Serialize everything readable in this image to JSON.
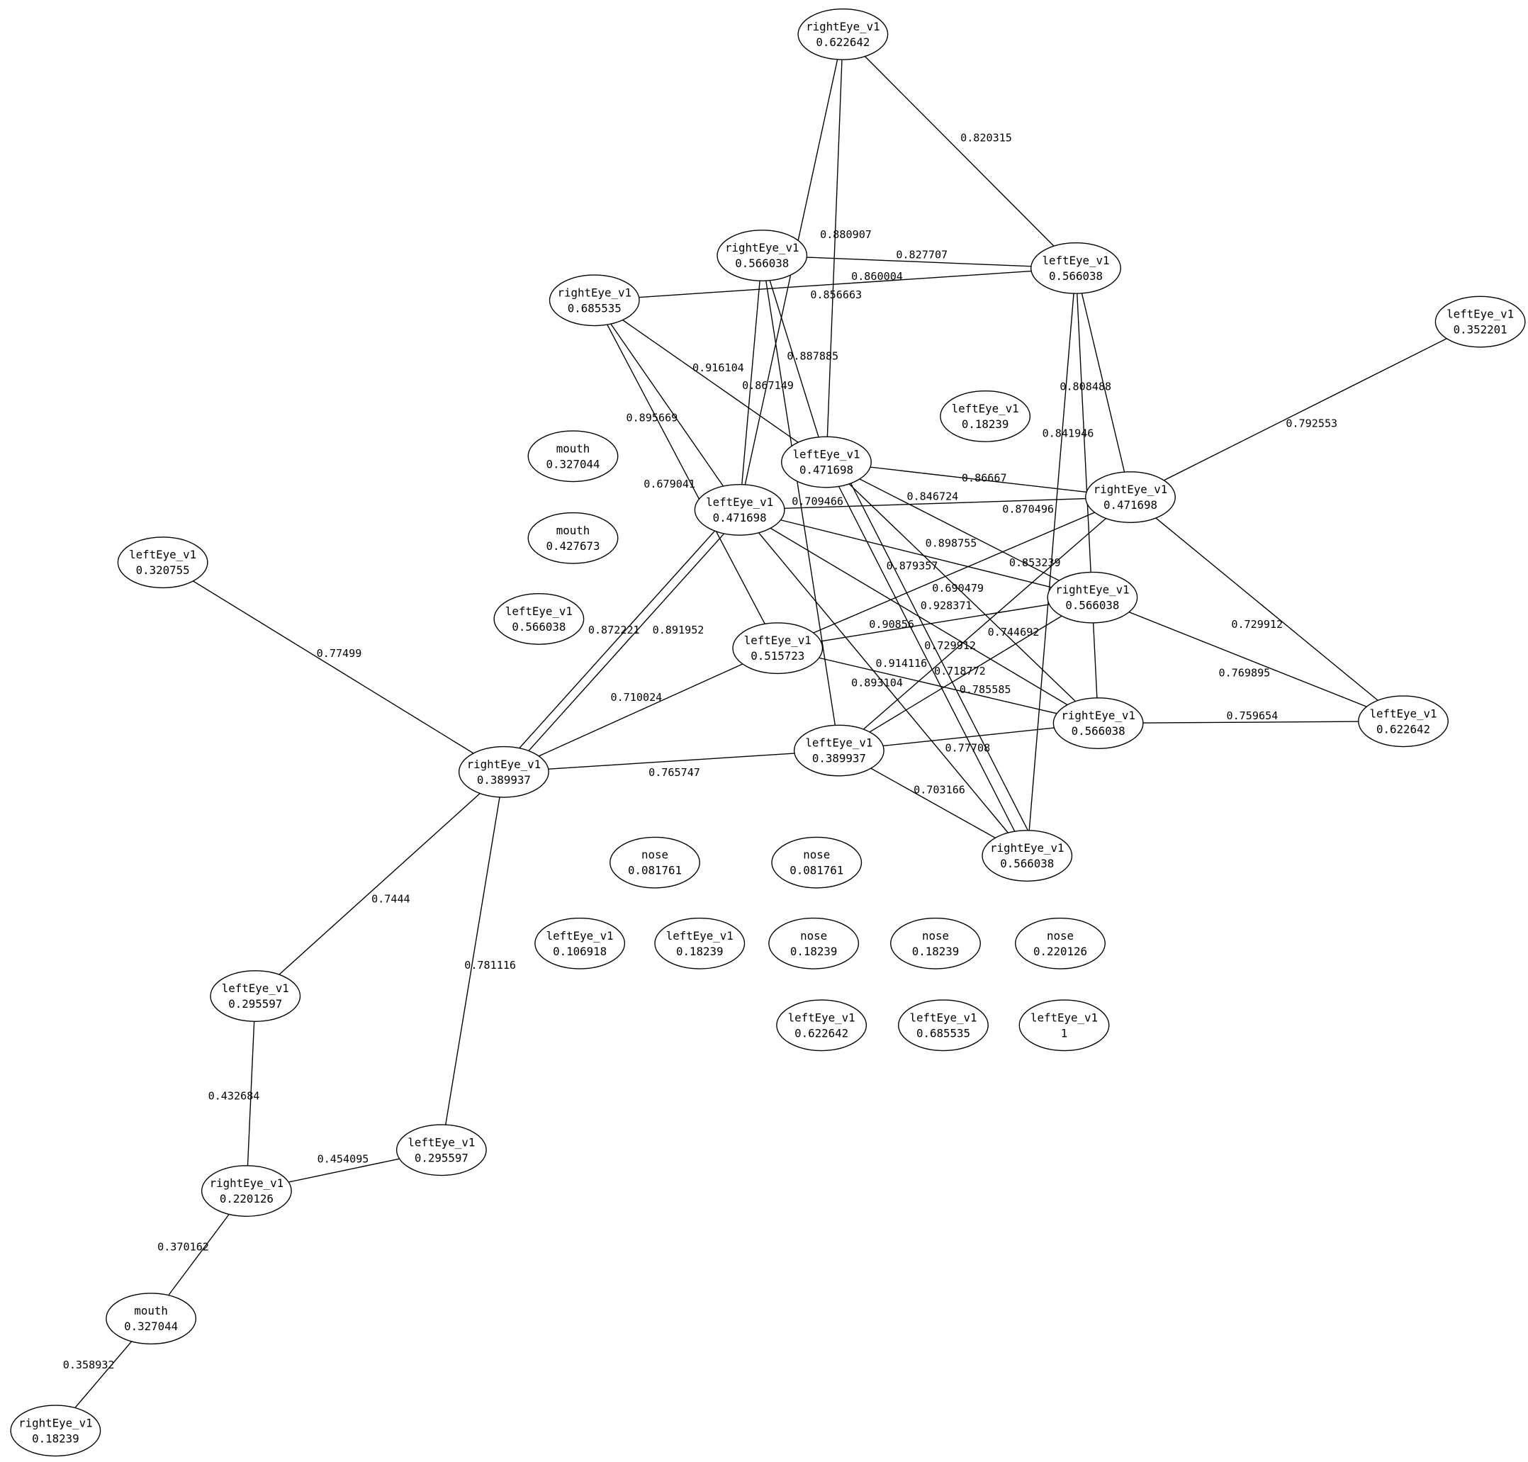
{
  "graph": {
    "nodes": [
      {
        "label": "rightEye_v1",
        "value": "0.622642"
      },
      {
        "label": "rightEye_v1",
        "value": "0.566038"
      },
      {
        "label": "leftEye_v1",
        "value": "0.566038"
      },
      {
        "label": "rightEye_v1",
        "value": "0.685535"
      },
      {
        "label": "leftEye_v1",
        "value": "0.352201"
      },
      {
        "label": "leftEye_v1",
        "value": "0.18239"
      },
      {
        "label": "mouth",
        "value": "0.327044"
      },
      {
        "label": "leftEye_v1",
        "value": "0.471698"
      },
      {
        "label": "leftEye_v1",
        "value": "0.471698"
      },
      {
        "label": "rightEye_v1",
        "value": "0.471698"
      },
      {
        "label": "mouth",
        "value": "0.427673"
      },
      {
        "label": "leftEye_v1",
        "value": "0.320755"
      },
      {
        "label": "leftEye_v1",
        "value": "0.566038"
      },
      {
        "label": "rightEye_v1",
        "value": "0.566038"
      },
      {
        "label": "leftEye_v1",
        "value": "0.515723"
      },
      {
        "label": "leftEye_v1",
        "value": "0.622642"
      },
      {
        "label": "rightEye_v1",
        "value": "0.566038"
      },
      {
        "label": "leftEye_v1",
        "value": "0.389937"
      },
      {
        "label": "rightEye_v1",
        "value": "0.389937"
      },
      {
        "label": "rightEye_v1",
        "value": "0.566038"
      },
      {
        "label": "nose",
        "value": "0.081761"
      },
      {
        "label": "nose",
        "value": "0.081761"
      },
      {
        "label": "leftEye_v1",
        "value": "0.106918"
      },
      {
        "label": "leftEye_v1",
        "value": "0.18239"
      },
      {
        "label": "nose",
        "value": "0.18239"
      },
      {
        "label": "nose",
        "value": "0.18239"
      },
      {
        "label": "nose",
        "value": "0.220126"
      },
      {
        "label": "leftEye_v1",
        "value": "0.622642"
      },
      {
        "label": "leftEye_v1",
        "value": "0.685535"
      },
      {
        "label": "leftEye_v1",
        "value": "1"
      },
      {
        "label": "leftEye_v1",
        "value": "0.295597"
      },
      {
        "label": "leftEye_v1",
        "value": "0.295597"
      },
      {
        "label": "rightEye_v1",
        "value": "0.220126"
      },
      {
        "label": "mouth",
        "value": "0.327044"
      },
      {
        "label": "rightEye_v1",
        "value": "0.18239"
      }
    ],
    "edges": [
      {
        "source": 0,
        "target": 2,
        "weight": "0.820315"
      },
      {
        "source": 0,
        "target": 8,
        "weight": "0.880907"
      },
      {
        "source": 0,
        "target": 7,
        "weight": "0.856663"
      },
      {
        "source": 1,
        "target": 2,
        "weight": "0.827707"
      },
      {
        "source": 3,
        "target": 2,
        "weight": "0.860004"
      },
      {
        "source": 1,
        "target": 8,
        "weight": "0.867149"
      },
      {
        "source": 1,
        "target": 7,
        "weight": "0.887885"
      },
      {
        "source": 3,
        "target": 7,
        "weight": "0.916104"
      },
      {
        "source": 3,
        "target": 8,
        "weight": "0.895669"
      },
      {
        "source": 3,
        "target": 14,
        "weight": "0.679041"
      },
      {
        "source": 2,
        "target": 16,
        "weight": "0.808488"
      },
      {
        "source": 2,
        "target": 19,
        "weight": "0.841946"
      },
      {
        "source": 2,
        "target": 9,
        "weight": "0.870496"
      },
      {
        "source": 4,
        "target": 9,
        "weight": "0.792553"
      },
      {
        "source": 7,
        "target": 9,
        "weight": "0.86667"
      },
      {
        "source": 8,
        "target": 9,
        "weight": "0.709466"
      },
      {
        "source": 7,
        "target": 19,
        "weight": "0.846724"
      },
      {
        "source": 7,
        "target": 16,
        "weight": "0.898755"
      },
      {
        "source": 7,
        "target": 13,
        "weight": "0.853239"
      },
      {
        "source": 8,
        "target": 13,
        "weight": "0.879357"
      },
      {
        "source": 8,
        "target": 16,
        "weight": "0.690479"
      },
      {
        "source": 14,
        "target": 9,
        "weight": "0.928371"
      },
      {
        "source": 14,
        "target": 13,
        "weight": "0.90856"
      },
      {
        "source": 9,
        "target": 17,
        "weight": "0.729912"
      },
      {
        "source": 13,
        "target": 17,
        "weight": "0.744692"
      },
      {
        "source": 1,
        "target": 17,
        "weight": "0.893104"
      },
      {
        "source": 8,
        "target": 19,
        "weight": "0.914116"
      },
      {
        "source": 17,
        "target": 16,
        "weight": "0.718772"
      },
      {
        "source": 14,
        "target": 16,
        "weight": "0.785585"
      },
      {
        "source": 7,
        "target": 19,
        "weight": "0.77708"
      },
      {
        "source": 8,
        "target": 18,
        "weight": "0.872221"
      },
      {
        "source": 8,
        "target": 18,
        "weight": "0.891952"
      },
      {
        "source": 14,
        "target": 18,
        "weight": "0.710024"
      },
      {
        "source": 9,
        "target": 15,
        "weight": "0.729912"
      },
      {
        "source": 13,
        "target": 15,
        "weight": "0.769895"
      },
      {
        "source": 16,
        "target": 15,
        "weight": "0.759654"
      },
      {
        "source": 17,
        "target": 18,
        "weight": "0.765747"
      },
      {
        "source": 17,
        "target": 19,
        "weight": "0.703166"
      },
      {
        "source": 11,
        "target": 18,
        "weight": "0.77499"
      },
      {
        "source": 18,
        "target": 30,
        "weight": "0.7444"
      },
      {
        "source": 18,
        "target": 31,
        "weight": "0.781116"
      },
      {
        "source": 30,
        "target": 32,
        "weight": "0.432684"
      },
      {
        "source": 31,
        "target": 32,
        "weight": "0.454095"
      },
      {
        "source": 32,
        "target": 33,
        "weight": "0.370162"
      },
      {
        "source": 33,
        "target": 34,
        "weight": "0.358932"
      }
    ]
  }
}
